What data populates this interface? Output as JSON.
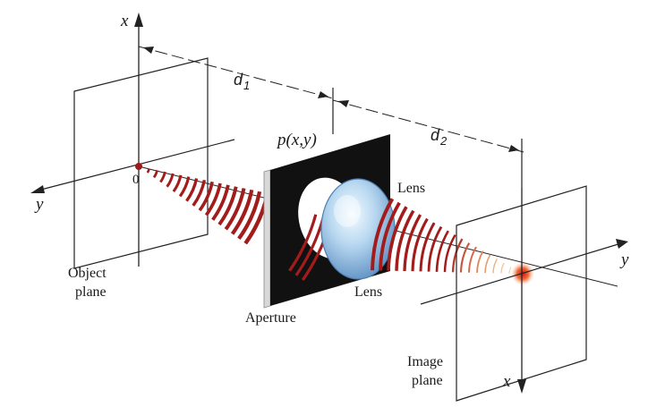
{
  "labels": {
    "x_top": "x",
    "y_left": "y",
    "origin": "0",
    "d1": "d",
    "d1_sub": "1",
    "d2": "d",
    "d2_sub": "2",
    "pupil": "p(x,y)",
    "lens_top": "Lens",
    "lens_bottom": "Lens",
    "object_plane_1": "Object",
    "object_plane_2": "plane",
    "aperture": "Aperture",
    "image_plane_1": "Image",
    "image_plane_2": "plane",
    "y_right": "y",
    "x_bottom": "x"
  },
  "colors": {
    "wave": "#a31c1c",
    "lens": "#a9cdec",
    "aperture": "#111111",
    "focus": "#e8472a"
  }
}
